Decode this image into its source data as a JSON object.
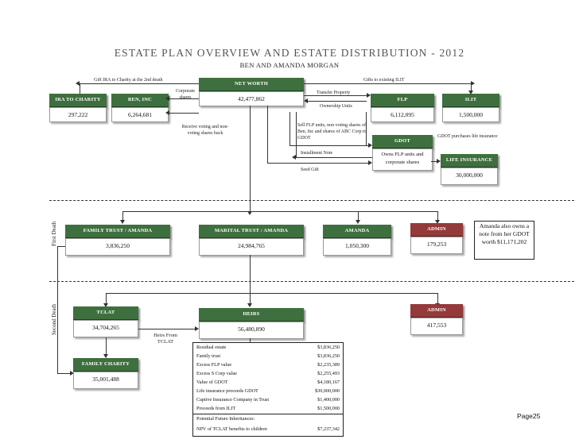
{
  "title": "ESTATE PLAN OVERVIEW AND ESTATE DISTRIBUTION - 2012",
  "subtitle": "BEN AND AMANDA MORGAN",
  "page_number": "Page25",
  "side_labels": {
    "first_death": "First Death",
    "second_death": "Second Death"
  },
  "boxes": {
    "net_worth": {
      "label": "NET WORTH",
      "value": "42,477,862"
    },
    "ira": {
      "label": "IRA TO CHARITY",
      "value": "297,222"
    },
    "ben_inc": {
      "label": "BEN, INC",
      "value": "6,264,681"
    },
    "flp": {
      "label": "FLP",
      "value": "6,112,095"
    },
    "ilit": {
      "label": "ILIT",
      "value": "1,500,000"
    },
    "gdot": {
      "label": "GDOT",
      "value": "Owns FLP units and corporate shares"
    },
    "life_insurance": {
      "label": "LIFE INSURANCE",
      "value": "30,000,000"
    },
    "family_trust": {
      "label": "FAMILY TRUST / AMANDA",
      "value": "3,836,250"
    },
    "marital_trust": {
      "label": "MARITAL TRUST / AMANDA",
      "value": "24,984,765"
    },
    "amanda": {
      "label": "AMANDA",
      "value": "1,050,300"
    },
    "admin1": {
      "label": "ADMIN",
      "value": "179,253"
    },
    "tclat": {
      "label": "TCLAT",
      "value": "34,704,265"
    },
    "heirs": {
      "label": "HEIRS",
      "value": "56,480,890"
    },
    "admin2": {
      "label": "ADMIN",
      "value": "417,553"
    },
    "family_charity": {
      "label": "FAMILY CHARITY",
      "value": "35,001,488"
    }
  },
  "labels": {
    "gift_ira": "Gift IRA to Charity at the 2nd death",
    "corporate_shares": "Corporate shares",
    "gifts_ilit": "Gifts to existing ILIT",
    "transfer_property": "Transfer Property",
    "ownership_units": "Ownership Units",
    "receive_voting": "Receive voting and non-voting shares back",
    "sell_flp": "Sell FLP units, non voting shares of Ben, Inc and shares of ABC Corp to GDOT",
    "gdot_purchases": "GDOT purchases life insurance",
    "installment_note": "Installment Note",
    "seed_gift": "Seed Gift",
    "heirs_from_tclat": "Heirs From TCLAT"
  },
  "note": "Amanda also owns a note from her GDOT worth $11,171,202",
  "heirs_table": [
    {
      "label": "Residual estate",
      "value": "$3,836,250"
    },
    {
      "label": "Family trust",
      "value": "$3,836,250"
    },
    {
      "label": "Excess FLP value",
      "value": "$2,235,389"
    },
    {
      "label": "Excess S Corp value",
      "value": "$2,255,493"
    },
    {
      "label": "Value of GDOT",
      "value": "$4,180,167"
    },
    {
      "label": "Life insurance proceeds GDOT",
      "value": "$30,000,000"
    },
    {
      "label": "Captive Insurance Company in Trust",
      "value": "$1,400,000"
    },
    {
      "label": "Proceeds from ILIT",
      "value": "$1,500,000"
    }
  ],
  "future": {
    "title": "Potential Future Inheritances:",
    "label": "NPV of TCLAT benefits to children",
    "value": "$7,237,342"
  }
}
